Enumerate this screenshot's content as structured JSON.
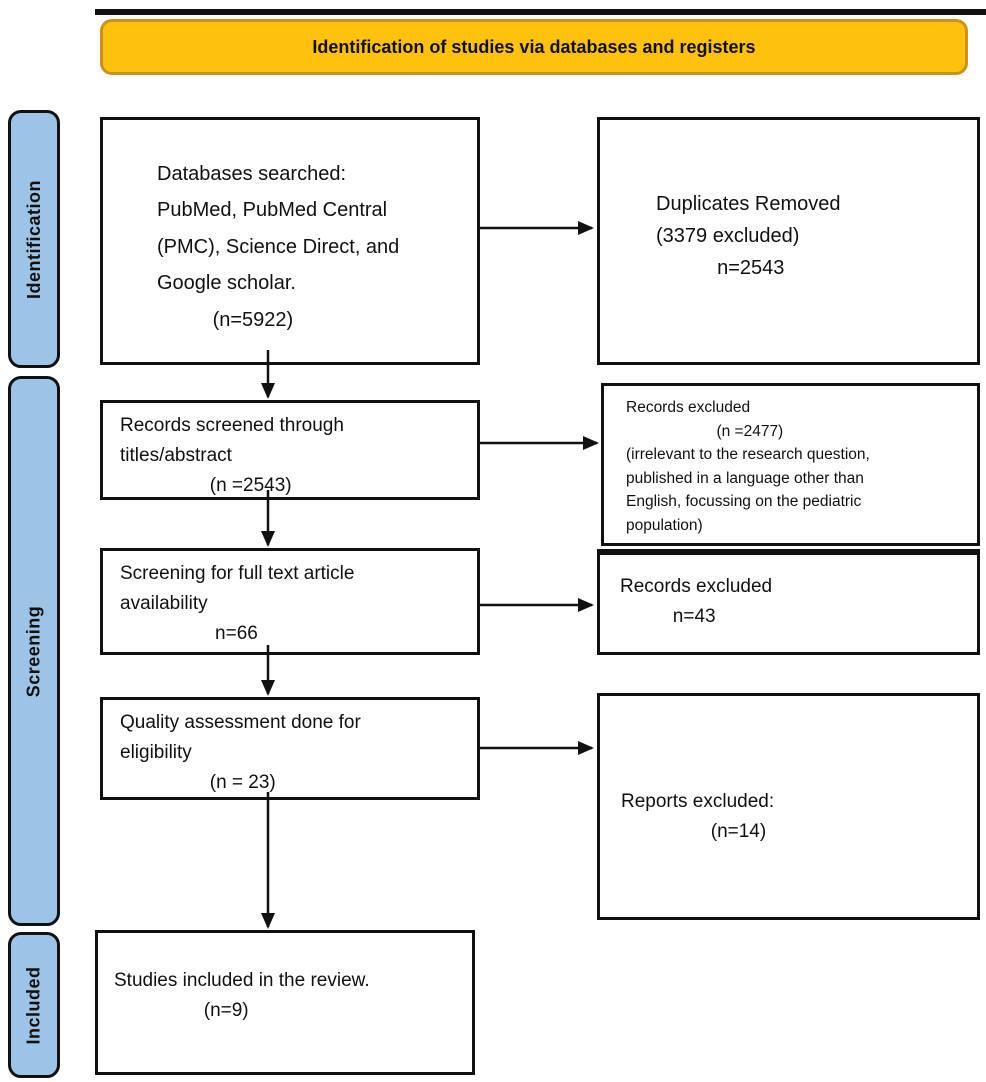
{
  "header": {
    "title": "Identification of studies via databases and registers"
  },
  "side_labels": {
    "identification": "Identification",
    "screening": "Screening",
    "included": "Included"
  },
  "boxes": {
    "databases": {
      "text": "Databases searched:\nPubMed, PubMed Central\n(PMC), Science Direct, and\nGoogle scholar.\n          (n=5922)"
    },
    "duplicates": {
      "text": "Duplicates Removed\n(3379 excluded)\n           n=2543"
    },
    "records_screened": {
      "text": "Records screened through\ntitles/abstract\n                 (n =2543)"
    },
    "records_excluded_titles": {
      "text": "Records excluded\n                     (n =2477)\n(irrelevant to the research question,\npublished in a language other than\nEnglish, focussing on the pediatric\npopulation)"
    },
    "fulltext_screening": {
      "text": "Screening for full text article\navailability\n                  n=66"
    },
    "records_excluded_fulltext": {
      "text": "Records excluded\n          n=43"
    },
    "quality_assessment": {
      "text": "Quality assessment done for\neligibility\n                 (n = 23)"
    },
    "reports_excluded": {
      "text": "Reports excluded:\n                 (n=14)"
    },
    "studies_included": {
      "text": "Studies included in the review.\n                 (n=9)"
    }
  },
  "counts": {
    "identified": 5922,
    "duplicates_removed_excluded": 3379,
    "after_duplicates": 2543,
    "screened_titles_abstract": 2543,
    "excluded_titles_abstract": 2477,
    "fulltext_checked": 66,
    "excluded_fulltext": 43,
    "quality_assessed": 23,
    "reports_excluded": 14,
    "included_in_review": 9
  },
  "colors": {
    "header_bg": "#FEC10D",
    "header_border": "#C9921C",
    "label_bg": "#9DC3E6",
    "box_border": "#111111"
  }
}
